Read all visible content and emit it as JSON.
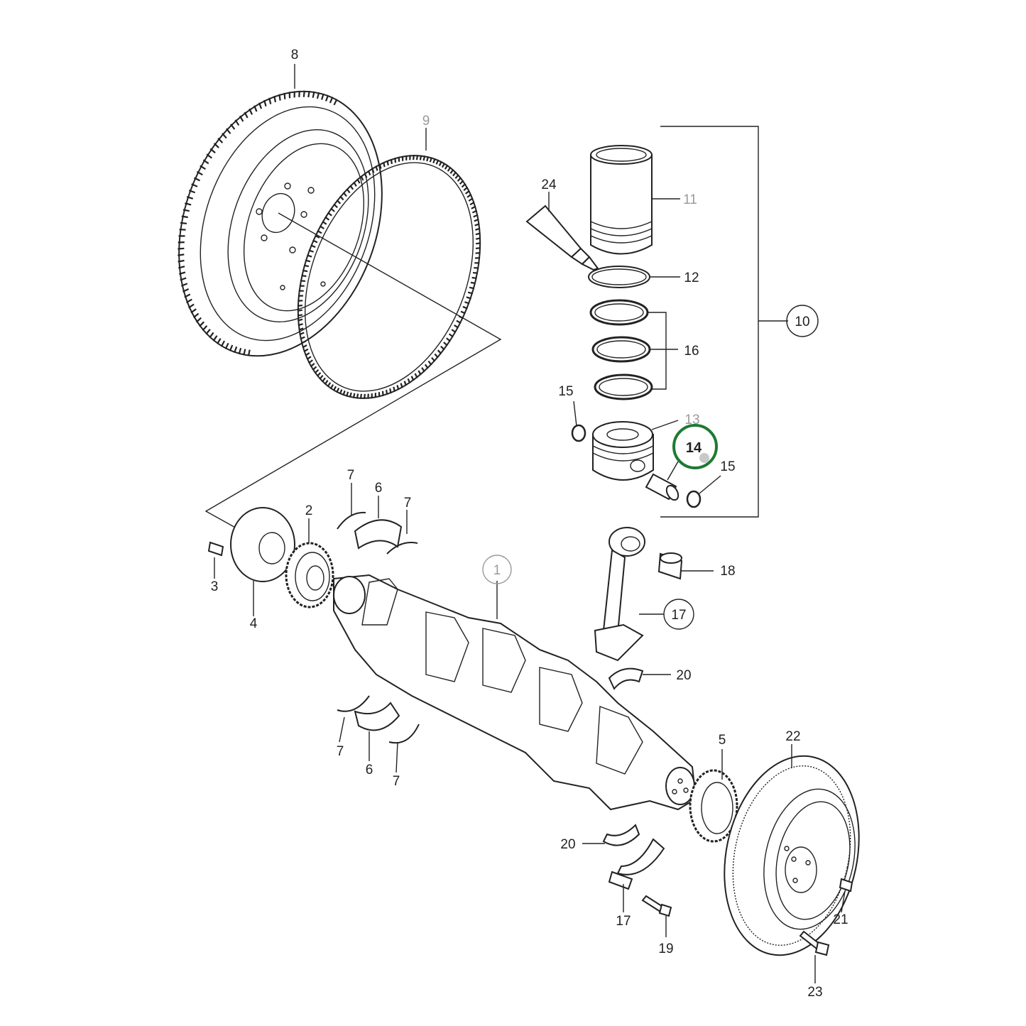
{
  "diagram": {
    "labels": {
      "p1": "1",
      "p2": "2",
      "p3": "3",
      "p4": "4",
      "p5": "5",
      "p6": "6",
      "p7": "7",
      "p8": "8",
      "p9": "9",
      "p10": "10",
      "p11": "11",
      "p12": "12",
      "p13": "13",
      "p14": "14",
      "p15": "15",
      "p16": "16",
      "p17": "17",
      "p18": "18",
      "p19": "19",
      "p20": "20",
      "p21": "21",
      "p22": "22",
      "p23": "23",
      "p24": "24"
    },
    "selected_part": "14",
    "colors": {
      "line": "#222222",
      "muted_label": "#9a9a9a",
      "highlight_ring": "#1e7a32",
      "highlight_dot": "#c8c8c8"
    }
  }
}
